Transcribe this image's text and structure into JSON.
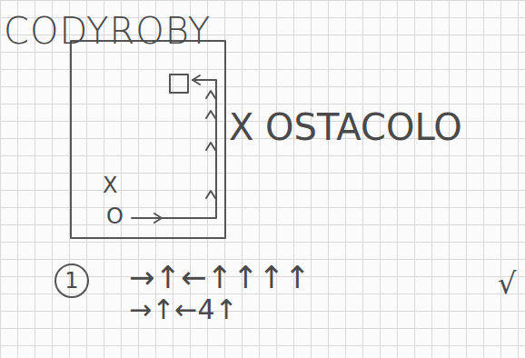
{
  "diagram": {
    "title": "CODYROBY",
    "nodes": [
      {
        "text": [
          "1"
        ]
      }
    ],
    "labels": [
      "X",
      "O",
      "X OSTACOLO",
      "→↑←↑↑↑↑",
      "→↑←4↑",
      "√"
    ]
  }
}
